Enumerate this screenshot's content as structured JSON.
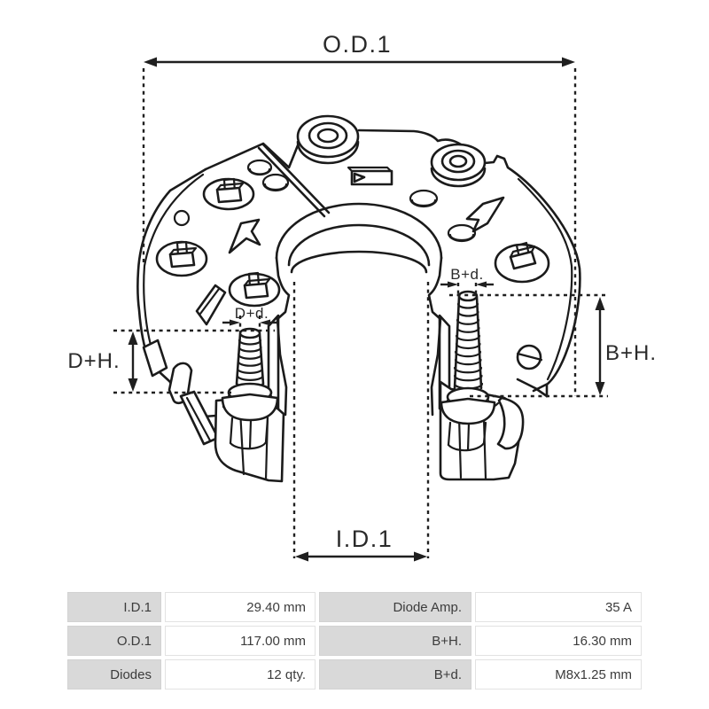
{
  "drawing": {
    "dim_od1": "O.D.1",
    "dim_id1": "I.D.1",
    "dim_dh": "D+H.",
    "dim_dd": "D+d.",
    "dim_bh": "B+H.",
    "dim_bd": "B+d."
  },
  "specs": {
    "rows": [
      {
        "label_left": "I.D.1",
        "value_left": "29.40 mm",
        "label_right": "Diode Amp.",
        "value_right": "35 A"
      },
      {
        "label_left": "O.D.1",
        "value_left": "117.00 mm",
        "label_right": "B+H.",
        "value_right": "16.30 mm"
      },
      {
        "label_left": "Diodes",
        "value_left": "12 qty.",
        "label_right": "B+d.",
        "value_right": "M8x1.25 mm"
      }
    ]
  },
  "colors": {
    "line": "#1b1b1b",
    "table_label_bg": "#d9d9d9",
    "table_border": "#e2e2e2",
    "text": "#3c3c3c"
  }
}
